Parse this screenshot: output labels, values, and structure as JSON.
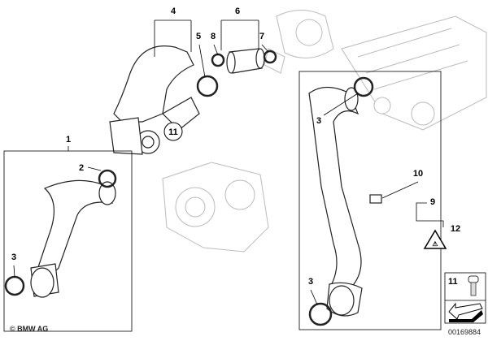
{
  "diagram": {
    "callouts": {
      "c1": "1",
      "c2": "2",
      "c3_left": "3",
      "c4": "4",
      "c5": "5",
      "c6": "6",
      "c7": "7",
      "c8": "8",
      "c11": "11",
      "c3_right_top": "3",
      "c10": "10",
      "c9": "9",
      "c12": "12",
      "c3_right_bottom": "3"
    },
    "legend": {
      "part_number": "11",
      "image_number": "00169884"
    },
    "copyright": "© BMW AG",
    "icons": [
      "screw-icon",
      "arrow-icon",
      "warning-triangle-icon"
    ]
  }
}
